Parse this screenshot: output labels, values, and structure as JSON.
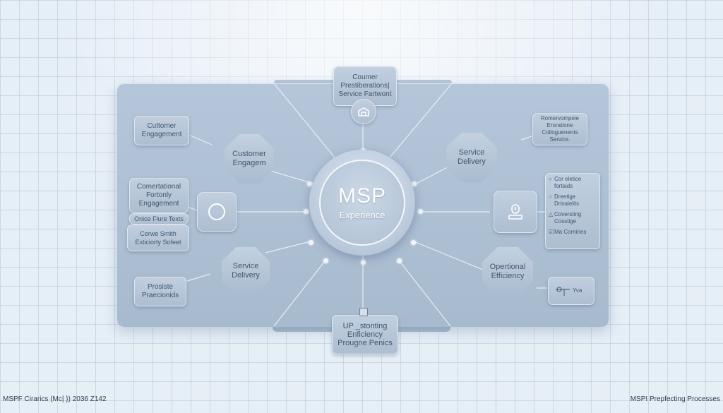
{
  "diagram": {
    "center": {
      "title": "MSP",
      "subtitle": "Experience"
    },
    "top_box": {
      "line1": "Coumer",
      "line2": "Prestiberations|",
      "line3": "Service Fartwont"
    },
    "bottom_box": {
      "line1": "UP _stonting",
      "line2": "Enficiency",
      "line3": "Prougne Penics"
    },
    "left_boxes": {
      "customer_engagement": {
        "line1": "Cuttomer",
        "line2": "Engagement"
      },
      "comertational": {
        "line1": "Comertational",
        "line2": "Fortonly",
        "line3": "Engagement"
      },
      "once_flare": {
        "line1": "Onice Flure Texts"
      },
      "cerwe_smith": {
        "line1": "Cerwe Smith",
        "line2": "Exticiorty Sofeet"
      },
      "prosible": {
        "line1": "Prosiste",
        "line2": "Praecionids"
      }
    },
    "octagons": {
      "customer_engagem": {
        "line1": "Customer",
        "line2": "Engagem"
      },
      "service_delivery_left": {
        "line1": "Service",
        "line2": "Delivery"
      },
      "service_delivery_right": {
        "line1": "Service",
        "line2": "Delivery"
      },
      "operational_efficiency": {
        "line1": "Opertional",
        "line2": "Efficiency"
      }
    },
    "right_boxes": {
      "romervompeie": {
        "line1": "Romervompeie",
        "line2": "Eroratione",
        "line3": "Colloguenents",
        "line4": "Service."
      },
      "vra": {
        "line1": "Yva"
      }
    },
    "right_list": [
      {
        "marker": "○",
        "text": "Cor eletice fortaids"
      },
      {
        "marker": "○",
        "text": "Dreetige Drinaielits"
      },
      {
        "marker": "△",
        "text": "Coversting Cosstige"
      },
      {
        "marker": "☑",
        "text": "Ma Corniries"
      }
    ]
  },
  "footer": {
    "left": "MSPF Cirarics (Mc| }) 2036 Z142",
    "right": "MSPI Prepfecting Processes"
  },
  "colors": {
    "panel": "#b0c2d6",
    "background": "#e6eef6",
    "text": "#3f566f"
  },
  "icons": [
    "scale-icon",
    "circle-icon",
    "document-icon",
    "bell-icon",
    "slider-icon"
  ]
}
